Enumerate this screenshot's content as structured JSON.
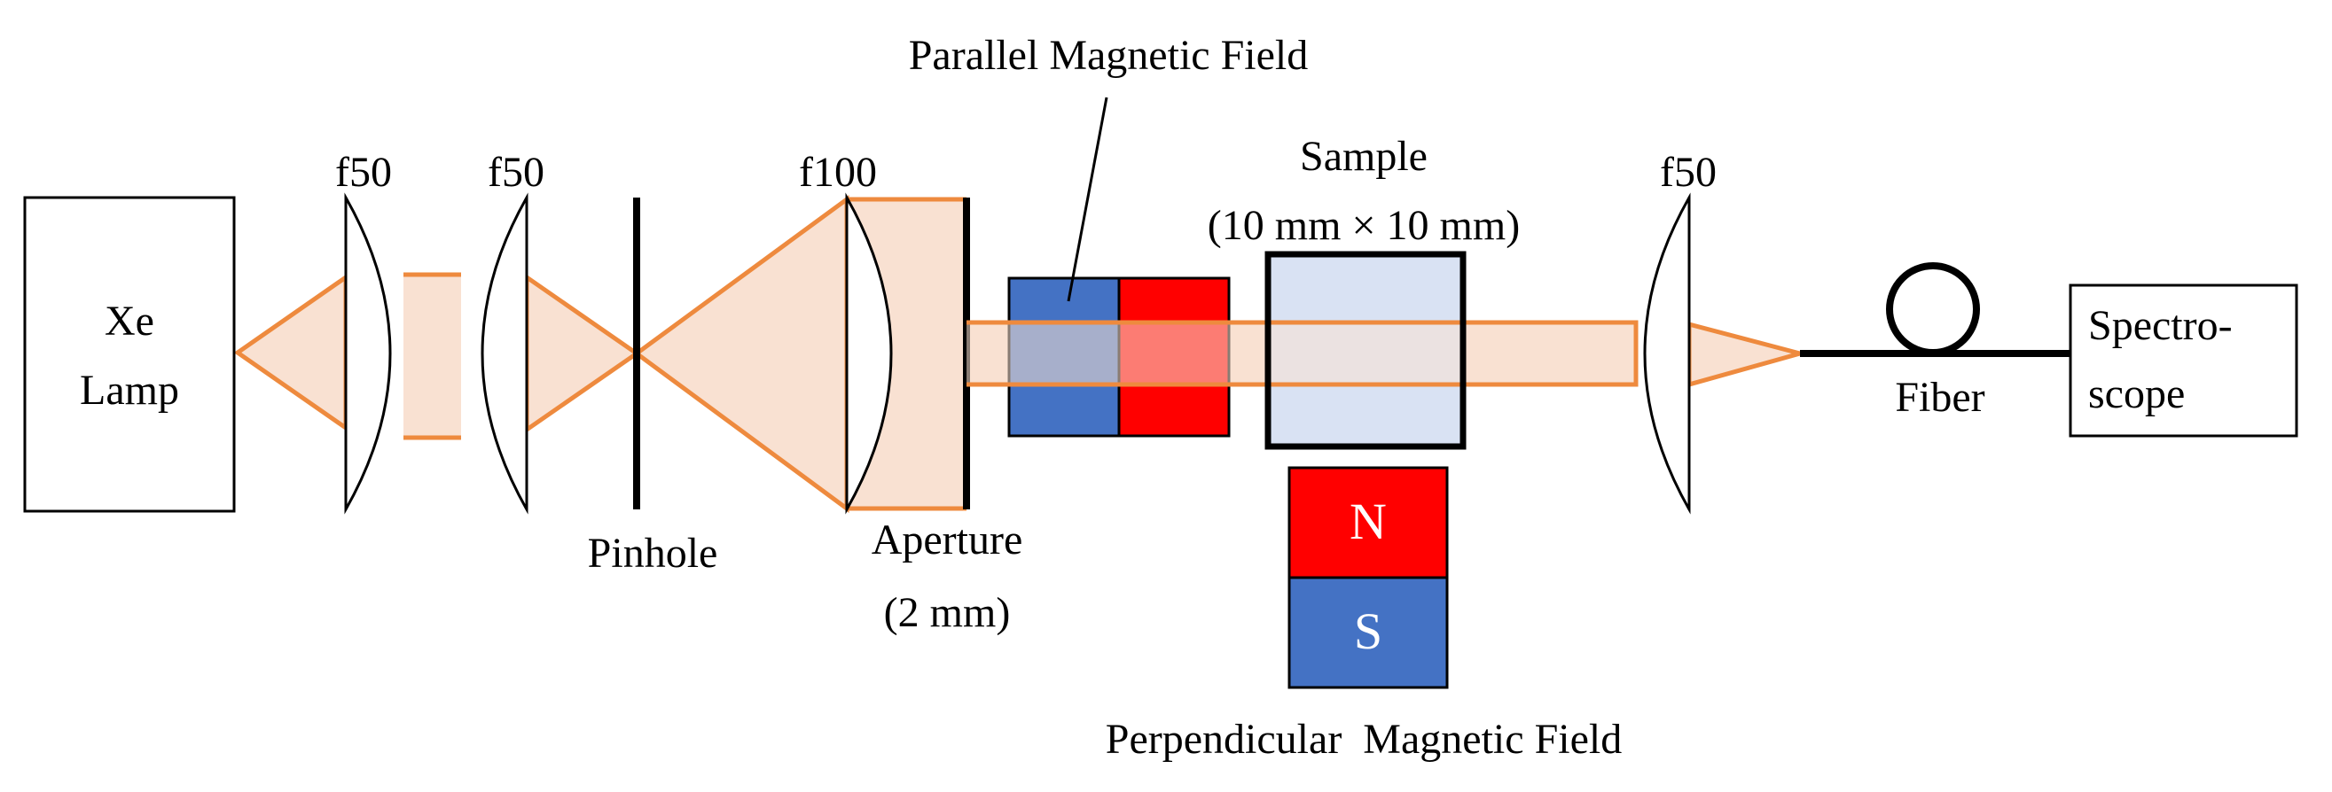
{
  "labels": {
    "xe_lamp": [
      "Xe",
      "Lamp"
    ],
    "lens1": "f50",
    "lens2": "f50",
    "pinhole": "Pinhole",
    "lens3": "f100",
    "aperture": [
      "Aperture",
      "(2 mm)"
    ],
    "parallel_field": "Parallel Magnetic Field",
    "sample": [
      "Sample",
      "(10 mm × 10 mm)"
    ],
    "lens4": "f50",
    "fiber": "Fiber",
    "spectroscope": [
      "Spectro-",
      "scope"
    ],
    "magnet_n": "N",
    "magnet_s": "S",
    "perpendicular_field": "Perpendicular  Magnetic Field"
  },
  "colors": {
    "beam_fill": "#f9e1d2",
    "beam_stroke": "#ee8a3e",
    "magnet_red": "#ff0000",
    "magnet_blue": "#4472c4",
    "sample_fill": "#d9e2f3"
  }
}
